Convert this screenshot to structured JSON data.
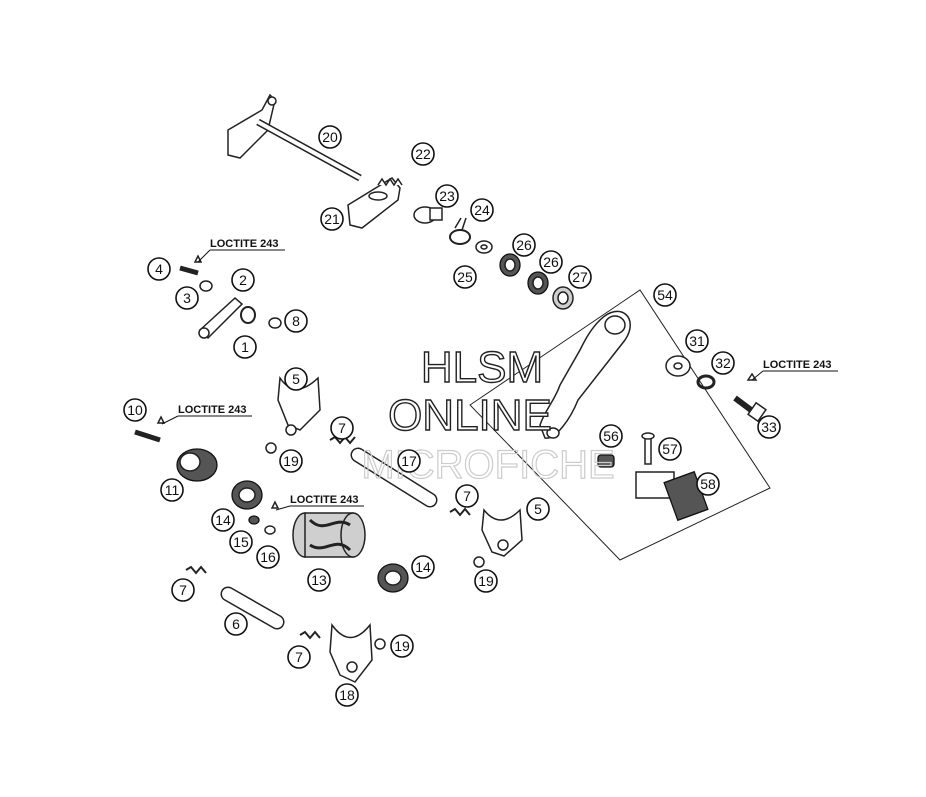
{
  "watermark": {
    "line1": "HLSM",
    "line2": "ONLINE",
    "line3": "MICROFICHE"
  },
  "loctite_labels": [
    "LOCTITE 243",
    "LOCTITE 243",
    "LOCTITE 243",
    "LOCTITE 243"
  ],
  "callouts": [
    "20",
    "21",
    "22",
    "23",
    "24",
    "25",
    "26",
    "26",
    "27",
    "54",
    "4",
    "3",
    "2",
    "1",
    "8",
    "5",
    "31",
    "32",
    "33",
    "10",
    "7",
    "19",
    "17",
    "56",
    "57",
    "58",
    "11",
    "14",
    "15",
    "16",
    "13",
    "7",
    "5",
    "14",
    "19",
    "7",
    "6",
    "7",
    "19",
    "18"
  ]
}
